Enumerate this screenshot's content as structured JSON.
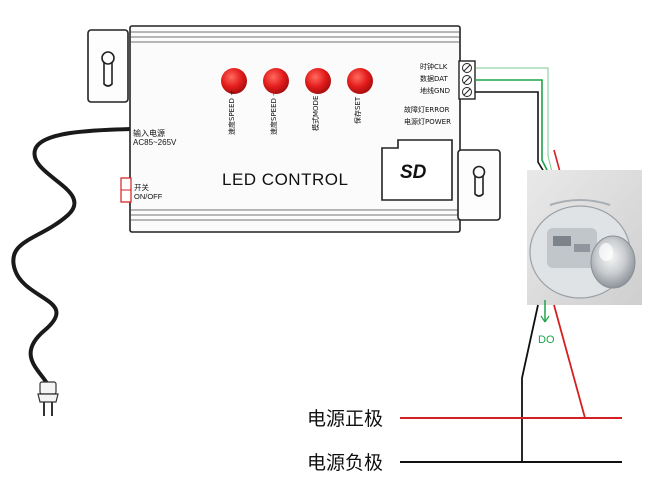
{
  "controller": {
    "title": "LED CONTROL",
    "sd_label": "SD",
    "buttons": [
      {
        "label": "速度SPEED +"
      },
      {
        "label": "速度SPEED -"
      },
      {
        "label": "模式MODE"
      },
      {
        "label": "保存SET"
      }
    ],
    "power_input": {
      "line1": "输入电源",
      "line2": "AC85~265V"
    },
    "switch": {
      "line1": "开关",
      "line2": "ON/OFF"
    },
    "terminals": [
      {
        "label": "时钟CLK"
      },
      {
        "label": "数据DAT"
      },
      {
        "label": "地线GND"
      }
    ],
    "indicators": [
      {
        "label": "故障灯ERROR"
      },
      {
        "label": "电源灯POWER"
      }
    ]
  },
  "pixel": {
    "output_label": "DO"
  },
  "power_bus": {
    "positive_label": "电源正极",
    "negative_label": "电源负极"
  },
  "colors": {
    "button_red": "#e31b1b",
    "wire_green": "#1fa34a",
    "wire_red": "#d42020",
    "wire_black": "#111111",
    "case_fill": "#fbfbfb",
    "case_stroke": "#222222"
  }
}
